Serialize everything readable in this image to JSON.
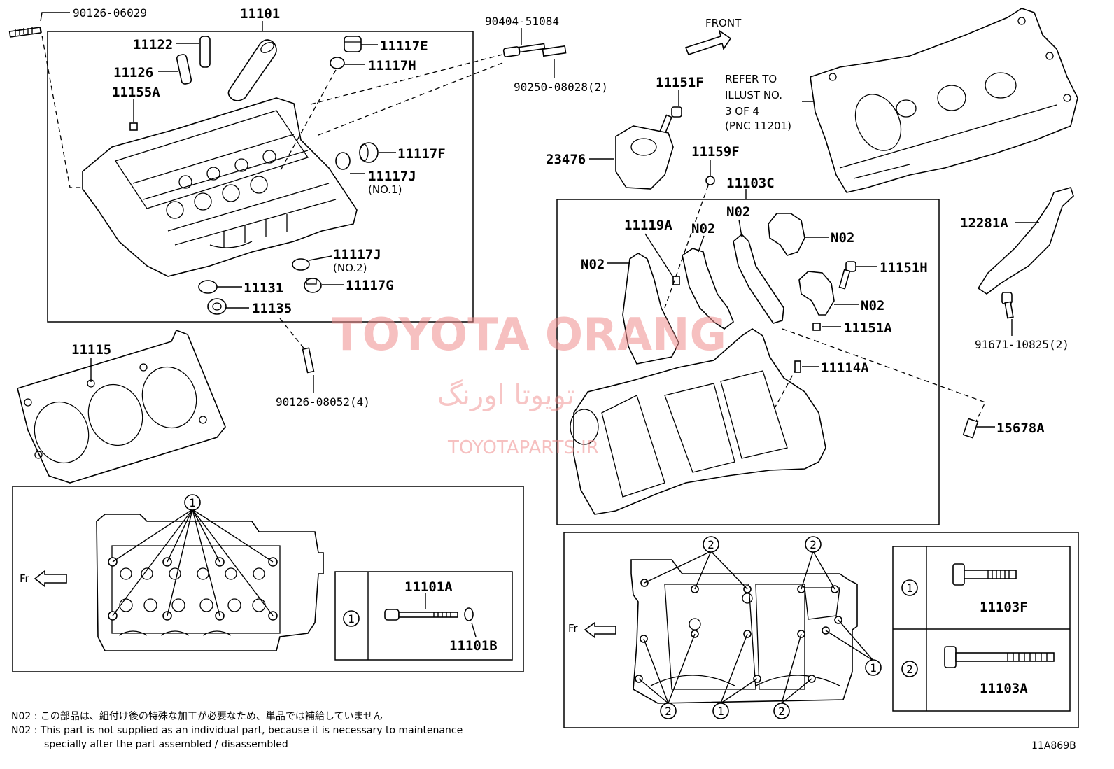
{
  "parts": {
    "p90126_06029": "90126-06029",
    "p11101": "11101",
    "p11122": "11122",
    "p11126": "11126",
    "p11155A": "11155A",
    "p11117E": "11117E",
    "p11117H": "11117H",
    "p11117F": "11117F",
    "p11117J1": "11117J",
    "p11117J1_sub": "(NO.1)",
    "p11117J2": "11117J",
    "p11117J2_sub": "(NO.2)",
    "p11117G": "11117G",
    "p11131": "11131",
    "p11135": "11135",
    "p90126_08052": "90126-08052(4)",
    "p90404_51084": "90404-51084",
    "p90250_08028": "90250-08028(2)",
    "p11115": "11115",
    "p11151F": "11151F",
    "p23476": "23476",
    "p11159F": "11159F",
    "p11103C": "11103C",
    "p11119A": "11119A",
    "pN02_a": "N02",
    "pN02_b": "N02",
    "pN02_c": "N02",
    "pN02_d": "N02",
    "pN02_e": "N02",
    "p11151H": "11151H",
    "p11151A": "11151A",
    "p11114A": "11114A",
    "p12281A": "12281A",
    "p91671_10825": "91671-10825(2)",
    "p15678A": "15678A",
    "p11101A": "11101A",
    "p11101B": "11101B",
    "p11103F": "11103F",
    "p11103A": "11103A"
  },
  "front_label": "FRONT",
  "refer": [
    "REFER TO",
    "ILLUST NO.",
    "3 OF 4",
    "(PNC 11201)"
  ],
  "fr_label": "Fr",
  "circle_1": "1",
  "circle_2": "2",
  "notes": {
    "jp": "N02 : この部品は、組付け後の特殊な加工が必要なため、単品では補給していません",
    "en1": "N02 : This part is not supplied as an individual part, because it is necessary to maintenance",
    "en2": "specially after the part assembled / disassembled"
  },
  "diagram_id": "11A869B",
  "watermark": {
    "brand": "TOYOTA ORANG",
    "persian": "تویوتا اورنگ",
    "site": "TOYOTAPARTS.IR"
  }
}
